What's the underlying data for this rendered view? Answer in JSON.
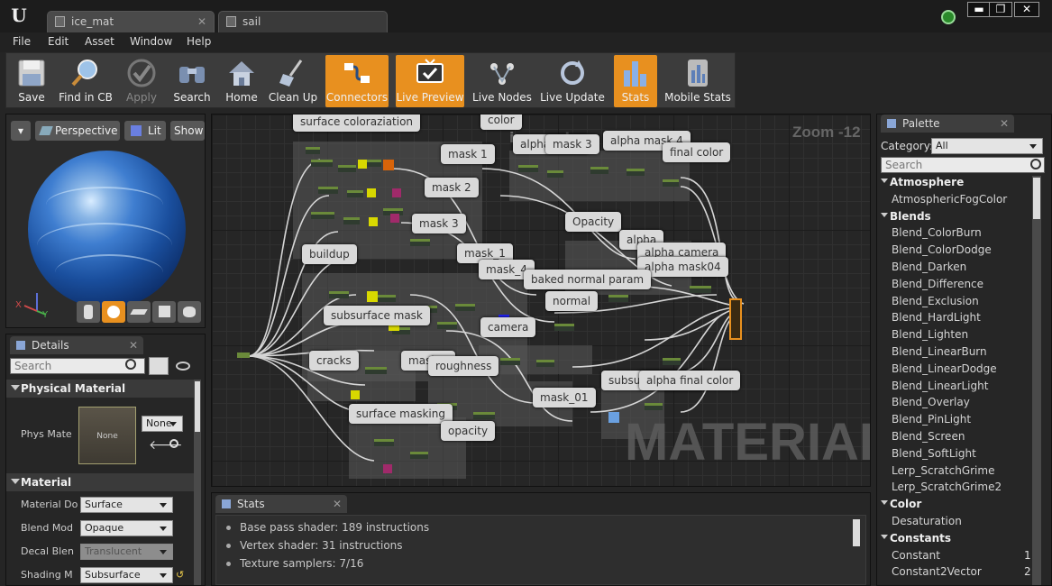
{
  "window": {
    "tabs": [
      {
        "label": "ice_mat",
        "active": true
      },
      {
        "label": "sail",
        "active": false
      }
    ],
    "controls": {
      "minimize": "▬",
      "maximize": "❐",
      "close": "✕"
    }
  },
  "menu": [
    "File",
    "Edit",
    "Asset",
    "Window",
    "Help"
  ],
  "toolbar": [
    {
      "label": "Save",
      "icon": "save-icon",
      "state": "normal"
    },
    {
      "label": "Find in CB",
      "icon": "magnifier-icon",
      "state": "normal"
    },
    {
      "label": "Apply",
      "icon": "checkmark-icon",
      "state": "disabled"
    },
    {
      "label": "Search",
      "icon": "binoculars-icon",
      "state": "normal"
    },
    {
      "label": "Home",
      "icon": "home-icon",
      "state": "normal"
    },
    {
      "label": "Clean Up",
      "icon": "broom-icon",
      "state": "normal"
    },
    {
      "label": "Connectors",
      "icon": "connectors-icon",
      "state": "active"
    },
    {
      "label": "Live Preview",
      "icon": "tv-icon",
      "state": "active"
    },
    {
      "label": "Live Nodes",
      "icon": "nodes-icon",
      "state": "normal"
    },
    {
      "label": "Live Update",
      "icon": "refresh-icon",
      "state": "normal"
    },
    {
      "label": "Stats",
      "icon": "bar-chart-icon",
      "state": "active"
    },
    {
      "label": "Mobile Stats",
      "icon": "mobile-chart-icon",
      "state": "normal"
    }
  ],
  "viewport": {
    "perspective_label": "Perspective",
    "lit_label": "Lit",
    "show_label": "Show",
    "axis_x": "X",
    "axis_y": "Y"
  },
  "details": {
    "tab_label": "Details",
    "search_placeholder": "Search",
    "physical_material": {
      "header": "Physical Material",
      "phys_mat_label": "Phys Mate",
      "thumb_label": "None",
      "dropdown_value": "None"
    },
    "material": {
      "header": "Material",
      "rows": [
        {
          "label": "Material Do",
          "value": "Surface",
          "enabled": true
        },
        {
          "label": "Blend Mod",
          "value": "Opaque",
          "enabled": true
        },
        {
          "label": "Decal Blen",
          "value": "Translucent",
          "enabled": false
        },
        {
          "label": "Shading M",
          "value": "Subsurface",
          "enabled": true
        }
      ]
    }
  },
  "graph": {
    "title": "ice_mat",
    "zoom": "Zoom -12",
    "watermark": "MATERIAL",
    "comments": [
      "surface coloraziation",
      "color",
      "mask 1",
      "alpha mask",
      "mask 3",
      "alpha mask 4",
      "final color",
      "mask 2",
      "mask 3",
      "Opacity",
      "buildup",
      "alpha",
      "mask_1",
      "alpha camera",
      "mask_4",
      "alpha mask04",
      "baked normal param",
      "normal",
      "subsurface mask",
      "camera",
      "cracks",
      "mask 5",
      "roughness",
      "subsurface color",
      "alpha final color",
      "mask_01",
      "surface masking",
      "opacity"
    ]
  },
  "stats": {
    "tab_label": "Stats",
    "lines": [
      "Base pass shader: 189 instructions",
      "Vertex shader: 31 instructions",
      "Texture samplers: 7/16"
    ]
  },
  "palette": {
    "tab_label": "Palette",
    "category_label": "Category:",
    "category_value": "All",
    "search_placeholder": "Search",
    "entries": [
      {
        "type": "cat",
        "label": "Atmosphere"
      },
      {
        "type": "item",
        "label": "AtmosphericFogColor"
      },
      {
        "type": "cat",
        "label": "Blends"
      },
      {
        "type": "item",
        "label": "Blend_ColorBurn"
      },
      {
        "type": "item",
        "label": "Blend_ColorDodge"
      },
      {
        "type": "item",
        "label": "Blend_Darken"
      },
      {
        "type": "item",
        "label": "Blend_Difference"
      },
      {
        "type": "item",
        "label": "Blend_Exclusion"
      },
      {
        "type": "item",
        "label": "Blend_HardLight"
      },
      {
        "type": "item",
        "label": "Blend_Lighten"
      },
      {
        "type": "item",
        "label": "Blend_LinearBurn"
      },
      {
        "type": "item",
        "label": "Blend_LinearDodge"
      },
      {
        "type": "item",
        "label": "Blend_LinearLight"
      },
      {
        "type": "item",
        "label": "Blend_Overlay"
      },
      {
        "type": "item",
        "label": "Blend_PinLight"
      },
      {
        "type": "item",
        "label": "Blend_Screen"
      },
      {
        "type": "item",
        "label": "Blend_SoftLight"
      },
      {
        "type": "item",
        "label": "Lerp_ScratchGrime"
      },
      {
        "type": "item",
        "label": "Lerp_ScratchGrime2"
      },
      {
        "type": "cat",
        "label": "Color"
      },
      {
        "type": "item",
        "label": "Desaturation"
      },
      {
        "type": "cat",
        "label": "Constants"
      },
      {
        "type": "item",
        "label": "Constant",
        "shortcut": "1"
      },
      {
        "type": "item",
        "label": "Constant2Vector",
        "shortcut": "2"
      }
    ]
  },
  "colors": {
    "accent_active": "#e8901f",
    "panel_bg": "#262626",
    "comment_label_bg": "#d9d9d9"
  }
}
